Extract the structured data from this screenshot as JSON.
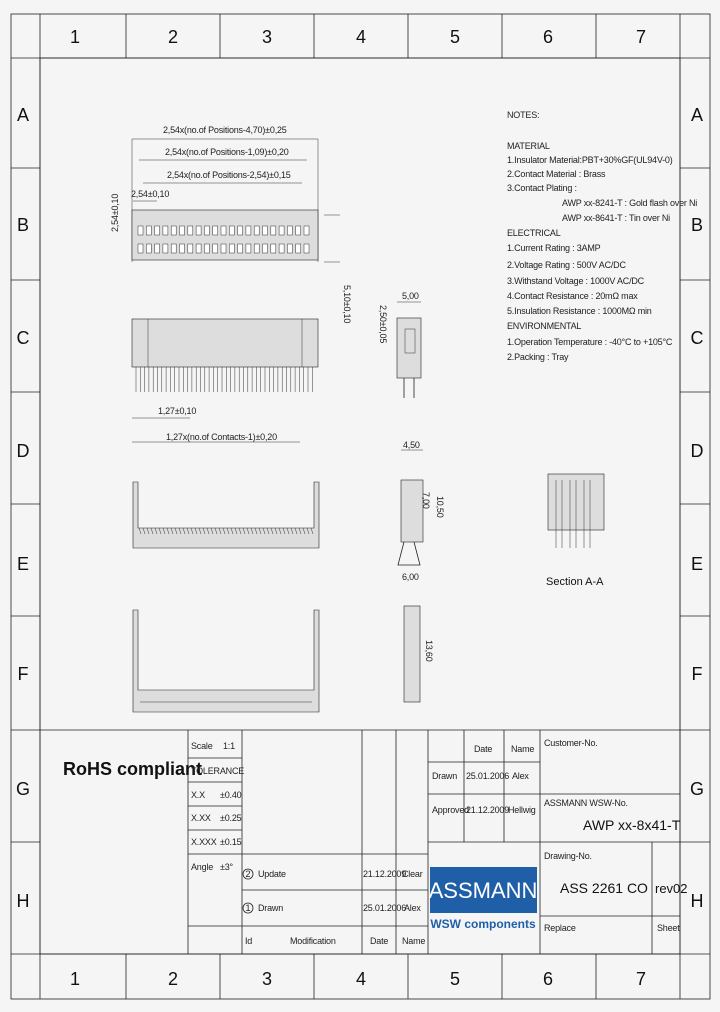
{
  "zones": {
    "columns": [
      "1",
      "2",
      "3",
      "4",
      "5",
      "6",
      "7"
    ],
    "rows": [
      "A",
      "B",
      "C",
      "D",
      "E",
      "F",
      "G",
      "H"
    ]
  },
  "dimensions": {
    "top1": "2,54x(no.of Positions-4,70)±0,25",
    "top2": "2,54x(no.of Positions-1,09)±0,20",
    "top3": "2,54x(no.of Positions-2,54)±0,15",
    "top4": "2,54±0,10",
    "side_left": "2,54±0,10",
    "side_right": "5,10±0,10",
    "front_left": "1,27±0,10",
    "front_bottom": "1,27x(no.of Contacts-1)±0,20",
    "pin_width": "5,00",
    "pin_height": "2,50±0,05",
    "side2_top": "4,50",
    "side2_a": "7,00",
    "side2_b": "10,50",
    "side2_bottom": "6,00",
    "side3": "13,60"
  },
  "section_label": "Section A-A",
  "notes": {
    "heading": "NOTES:",
    "lines": [
      "MATERIAL",
      "1.Insulator Material:PBT+30%GF(UL94V-0)",
      "2.Contact Material : Brass",
      "3.Contact Plating  :",
      "AWP xx-8241-T : Gold flash over Ni",
      "AWP xx-8641-T : Tin over Ni",
      "ELECTRICAL",
      "1.Current Rating : 3AMP",
      "2.Voltage Rating : 500V AC/DC",
      "3.Withstand Voltage : 1000V AC/DC",
      "4.Contact Resistance : 20mΩ max",
      "5.Insulation Resistance : 1000MΩ min",
      "ENVIRONMENTAL",
      "1.Operation Temperature : -40°C to +105°C",
      "2.Packing : Tray"
    ]
  },
  "rohs": "RoHS compliant",
  "title_block": {
    "scale_label": "Scale",
    "scale_value": "1:1",
    "tolerance": "TOLERANCE",
    "tol_rows": [
      {
        "k": "X.X",
        "v": "±0.40"
      },
      {
        "k": "X.XX",
        "v": "±0.25"
      },
      {
        "k": "X.XXX",
        "v": "±0.15"
      }
    ],
    "angle_label": "Angle",
    "angle_value": "±3°",
    "rev_rows": [
      {
        "mark": "2",
        "desc": "Update",
        "date": "21.12.2009",
        "name": "Clear"
      },
      {
        "mark": "1",
        "desc": "Drawn",
        "date": "25.01.2006",
        "name": "Alex"
      }
    ],
    "footer": {
      "id": "Id",
      "mod": "Modification",
      "date": "Date",
      "name": "Name"
    },
    "date_head": "Date",
    "name_head": "Name",
    "drawn_label": "Drawn",
    "drawn_date": "25.01.2006",
    "drawn_name": "Alex",
    "approved_label": "Approved",
    "approved_date": "21.12.2009",
    "approved_name": "Hellwig",
    "customer_label": "Customer-No.",
    "assmann_label": "ASSMANN WSW-No.",
    "part_no": "AWP xx-8x41-T",
    "drawing_label": "Drawing-No.",
    "drawing_no": "ASS 2261 CO",
    "rev": "rev02",
    "replace_label": "Replace",
    "sheet_label": "Sheet",
    "logo_top": "ASSMANN",
    "logo_bottom": "WSW components"
  },
  "colors": {
    "logo": "#1f5fa8"
  }
}
